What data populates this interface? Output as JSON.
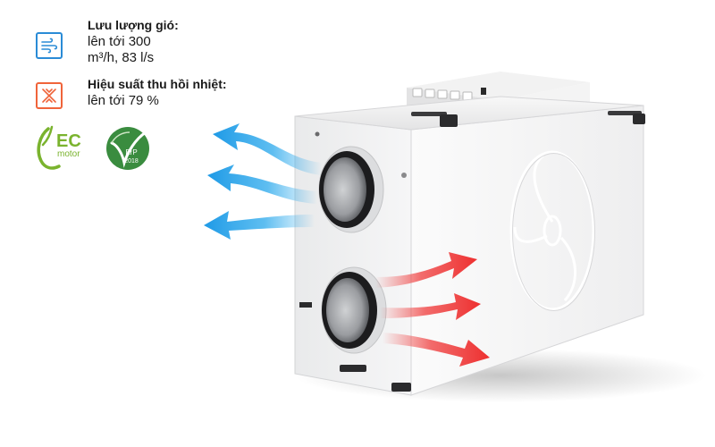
{
  "specs": {
    "airflow": {
      "title": "Lưu lượng gió:",
      "value": "lên tới 300\nm³/h, 83 l/s",
      "icon": "airflow-icon",
      "color": "#2a8bd6"
    },
    "efficiency": {
      "title": "Hiệu suất thu hồi nhiệt:",
      "value": "lên tới 79 %",
      "icon": "heat-recovery-icon",
      "color": "#f0643a"
    }
  },
  "badges": {
    "ec_motor": {
      "big": "EC",
      "small": "motor",
      "color": "#7ab32e"
    },
    "erp": {
      "top": "ErP",
      "bottom": "2018",
      "color": "#3a8c3f"
    }
  },
  "colors": {
    "exhaust_arrow": "#29a8ec",
    "supply_arrow": "#ef3b3b"
  }
}
